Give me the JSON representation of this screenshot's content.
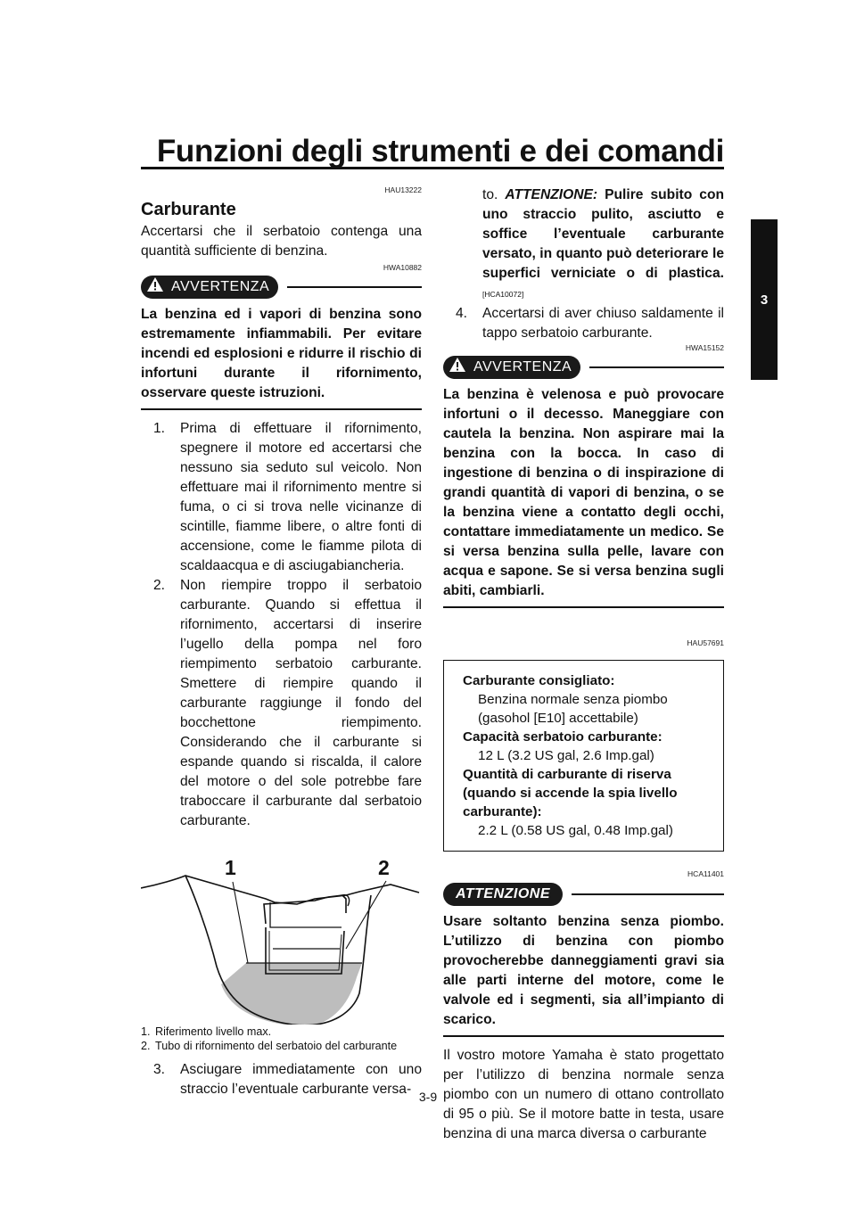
{
  "header": {
    "title": "Funzioni degli strumenti e dei comandi",
    "chapter_tab": "3"
  },
  "left": {
    "code1": "HAU13222",
    "section_title": "Carburante",
    "intro": "Accertarsi che il serbatoio contenga una quantità sufficiente di benzina.",
    "code2": "HWA10882",
    "warning_label": "AVVERTENZA",
    "warning_text": "La benzina ed i vapori di benzina sono estremamente infiammabili. Per evitare incendi ed esplosioni e ridurre il rischio di infortuni durante il rifornimento, osservare queste istruzioni.",
    "steps": [
      {
        "num": "1.",
        "text": "Prima di effettuare il rifornimento, spegnere il motore ed accertarsi che nessuno sia seduto sul veicolo. Non effettuare mai il rifornimento mentre si fuma, o ci si trova nelle vicinanze di scintille, fiamme libere, o altre fonti di accensione, come le fiamme pilota di scaldaacqua e di asciugabiancheria."
      },
      {
        "num": "2.",
        "text": "Non riempire troppo il serbatoio carburante. Quando si effettua il rifornimento, accertarsi di inserire l’ugello della pompa nel foro riempimento serbatoio carburante. Smettere di riempire quando il carburante raggiunge il fondo del bocchettone riempimento. Considerando che il carburante si espande quando si riscalda, il calore del motore o del sole potrebbe fare traboccare il carburante dal serbatoio carburante."
      }
    ],
    "figure_labels": [
      "1",
      "2"
    ],
    "captions": [
      {
        "num": "1.",
        "text": "Riferimento livello max."
      },
      {
        "num": "2.",
        "text": "Tubo di rifornimento del serbatoio del carburante"
      }
    ],
    "step3_num": "3.",
    "step3_text": "Asciugare immediatamente con uno straccio l’eventuale carburante versa-"
  },
  "right": {
    "step3_cont_prefix": "to.",
    "step3_notice_label": "ATTENZIONE:",
    "step3_notice_text": "Pulire subito con uno straccio pulito, asciutto e soffice l’eventuale carburante versato, in quanto può deteriorare le superfici verniciate o di plastica.",
    "step3_notice_code": "[HCA10072]",
    "step4_num": "4.",
    "step4_text": "Accertarsi di aver chiuso saldamente il tappo serbatoio carburante.",
    "code1": "HWA15152",
    "warning_label": "AVVERTENZA",
    "warning_text": "La benzina è velenosa e può provocare infortuni o il decesso. Maneggiare con cautela la benzina. Non aspirare mai la benzina con la bocca. In caso di ingestione di benzina o di inspirazione di grandi quantità di vapori di benzina, o se la benzina viene a contatto degli occhi, contattare immediatamente un medico. Se si versa benzina sulla pelle, lavare con acqua e sapone. Se si versa benzina sugli abiti, cambiarli.",
    "code2": "HAU57691",
    "spec": [
      {
        "label": "Carburante consigliato:",
        "value": "Benzina normale senza piombo (gasohol [E10] accettabile)"
      },
      {
        "label": "Capacità serbatoio carburante:",
        "value": "12 L (3.2 US gal, 2.6 Imp.gal)"
      },
      {
        "label": "Quantità di carburante di riserva (quando si accende la spia livello carburante):",
        "value": "2.2 L (0.58 US gal, 0.48 Imp.gal)"
      }
    ],
    "code3": "HCA11401",
    "caution_label": "ATTENZIONE",
    "caution_text": "Usare soltanto benzina senza piombo. L’utilizzo di benzina con piombo provocherebbe danneggiamenti gravi sia alle parti interne del motore, come le valvole ed i segmenti, sia all’impianto di scarico.",
    "closing": "Il vostro motore Yamaha è stato progettato per l’utilizzo di benzina normale senza piombo con un numero di ottano controllato di 95 o più. Se il motore batte in testa, usare benzina di una marca diversa o carburante"
  },
  "page_number": "3-9"
}
